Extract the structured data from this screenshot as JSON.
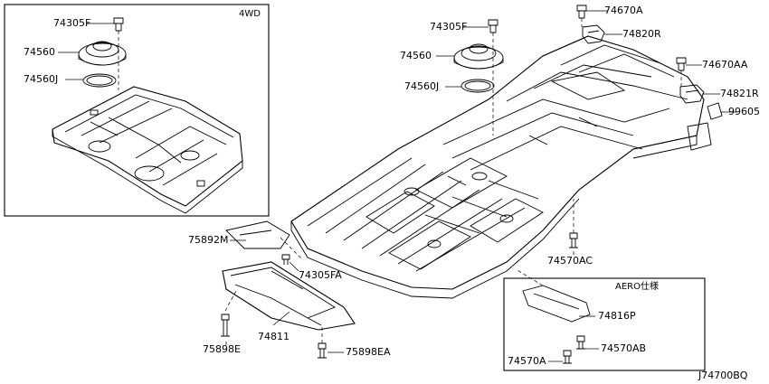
{
  "diagram": {
    "frames": {
      "variant_4wd": "4WD",
      "variant_aero": "AERO仕様"
    },
    "labels": {
      "p74305F_a": "74305F",
      "p74560_a": "74560",
      "p74560J_a": "74560J",
      "p74305F_b": "74305F",
      "p74560_b": "74560",
      "p74560J_b": "74560J",
      "p74670A": "74670A",
      "p74820R": "74820R",
      "p74670AA": "74670AA",
      "p74821R": "74821R",
      "p99605": "99605",
      "p75892M": "75892M",
      "p74305FA": "74305FA",
      "p74570AC": "74570AC",
      "p74816P": "74816P",
      "p74570AB": "74570AB",
      "p74570A": "74570A",
      "p74811": "74811",
      "p75898E": "75898E",
      "p75898EA": "75898EA"
    },
    "diagram_id": "J74700BQ"
  }
}
